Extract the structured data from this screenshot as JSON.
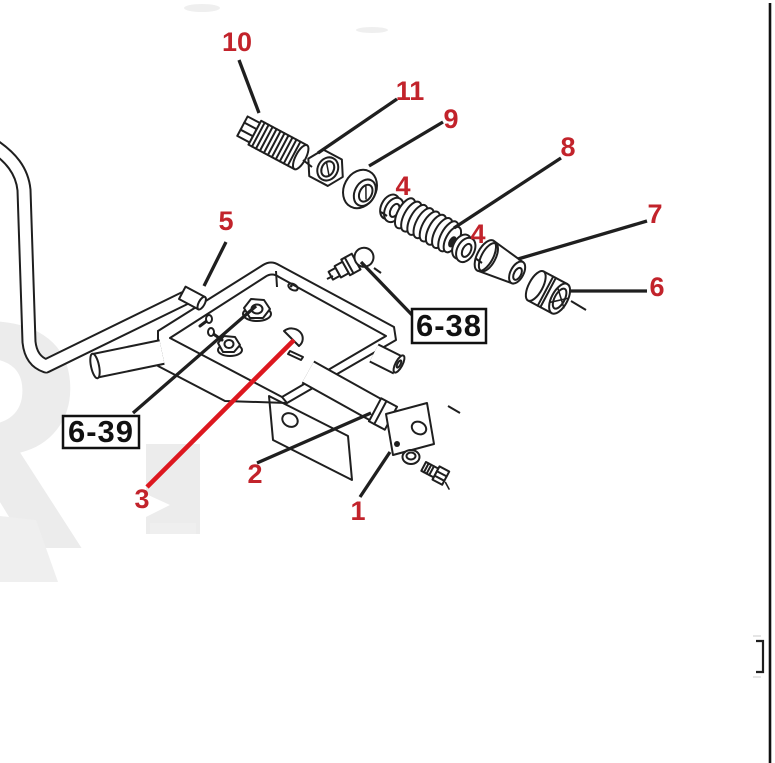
{
  "figure": {
    "type": "exploded-parts-diagram",
    "colors": {
      "line": "#1f1f1f",
      "callout": "#c2232b",
      "accent-red": "#dd1820",
      "watermark": "#ececec"
    },
    "callouts": [
      {
        "part": "10"
      },
      {
        "part": "11"
      },
      {
        "part": "9"
      },
      {
        "part": "4"
      },
      {
        "part": "8"
      },
      {
        "part": "4"
      },
      {
        "part": "7"
      },
      {
        "part": "6"
      },
      {
        "part": "5"
      },
      {
        "part": "3"
      },
      {
        "part": "2"
      },
      {
        "part": "1"
      }
    ],
    "figure_refs": [
      {
        "label": "6-38"
      },
      {
        "label": "6-39"
      }
    ],
    "watermark_letter": "R",
    "margin_glyph": "]"
  }
}
